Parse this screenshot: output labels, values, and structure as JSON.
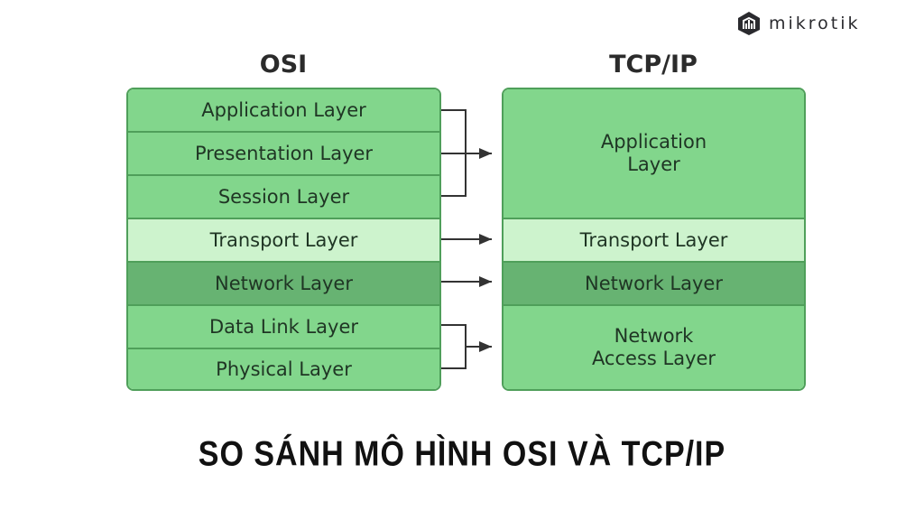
{
  "brand": {
    "name": "mikrotik"
  },
  "osi": {
    "title": "OSI",
    "layers": [
      "Application Layer",
      "Presentation Layer",
      "Session Layer",
      "Transport Layer",
      "Network Layer",
      "Data Link Layer",
      "Physical Layer"
    ]
  },
  "tcpip": {
    "title": "TCP/IP",
    "layers": [
      "Application\nLayer",
      "Transport Layer",
      "Network Layer",
      "Network\nAccess Layer"
    ]
  },
  "caption": "SO SÁNH MÔ HÌNH OSI VÀ TCP/IP",
  "colors": {
    "mid": "#82d68c",
    "light": "#cdf3cd",
    "dark": "#67b372",
    "border": "#4f9f5a"
  }
}
